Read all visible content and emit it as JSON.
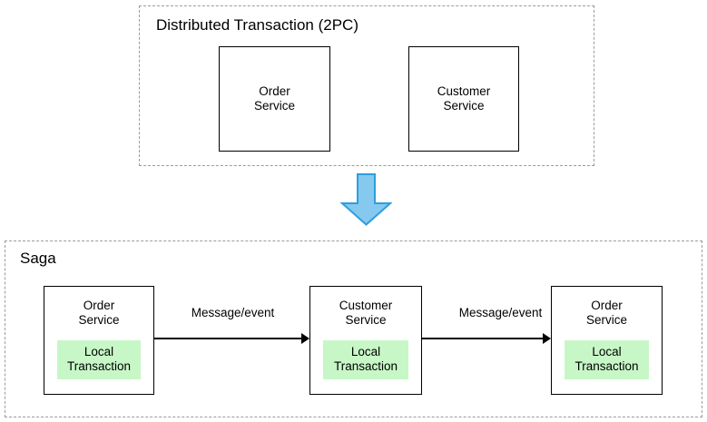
{
  "diagram": {
    "title_top": "Distributed Transaction (2PC)",
    "title_bottom": "Saga",
    "colors": {
      "chip_green": "#c7f7c7",
      "arrow_blue_fill": "#85c9ef",
      "arrow_blue_stroke": "#2f9ede",
      "box_stroke": "#000000",
      "group_stroke": "#9b9b9b"
    }
  },
  "two_pc": {
    "label": "Distributed Transaction (2PC)",
    "services": [
      {
        "name": "Order\nService"
      },
      {
        "name": "Customer\nService"
      }
    ]
  },
  "transition": {
    "icon": "down-arrow-icon"
  },
  "saga": {
    "label": "Saga",
    "steps": [
      {
        "name": "Order\nService",
        "chip": "Local\nTransaction"
      },
      {
        "name": "Customer\nService",
        "chip": "Local\nTransaction"
      },
      {
        "name": "Order\nService",
        "chip": "Local\nTransaction"
      }
    ],
    "messages": [
      {
        "label": "Message/event"
      },
      {
        "label": "Message/event"
      }
    ]
  }
}
